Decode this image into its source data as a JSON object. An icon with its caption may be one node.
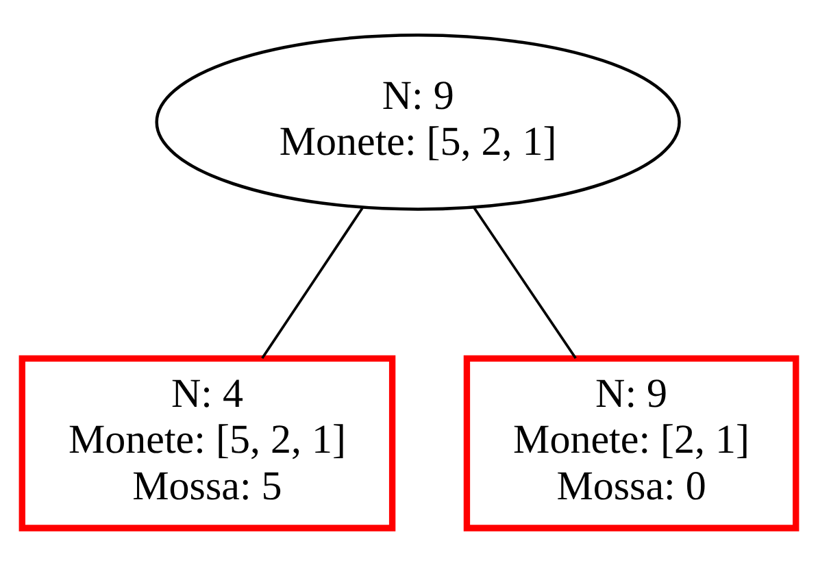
{
  "diagram": {
    "nodes": [
      {
        "text": [
          "N: 9",
          "Monete: [5, 2, 1]"
        ]
      },
      {
        "text": [
          "N: 4",
          "Monete: [5, 2, 1]",
          "Mossa: 5"
        ]
      },
      {
        "text": [
          "N: 9",
          "Monete: [2, 1]",
          "Mossa: 0"
        ]
      }
    ],
    "edges": [
      {
        "from": 0,
        "to": 1,
        "arrow": "none"
      },
      {
        "from": 0,
        "to": 2,
        "arrow": "none"
      }
    ]
  }
}
